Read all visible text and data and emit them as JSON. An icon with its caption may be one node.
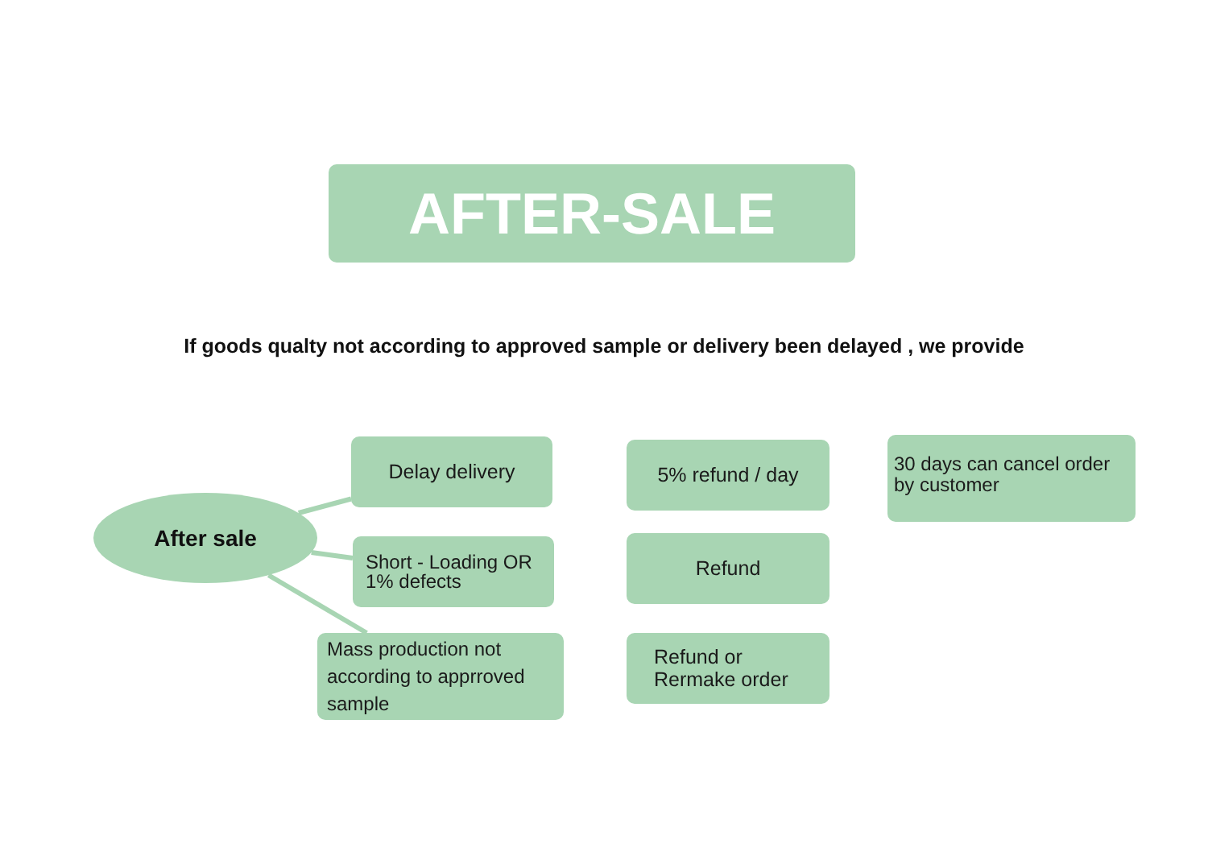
{
  "diagram": {
    "nodes": [
      {
        "text": [
          "AFTER-SALE"
        ]
      },
      {
        "text": [
          "After sale"
        ]
      },
      {
        "text": [
          "Delay delivery"
        ]
      },
      {
        "text": [
          "Short - Loading OR 1% defects"
        ]
      },
      {
        "text": [
          "Mass production not according to apprroved sample"
        ]
      },
      {
        "text": [
          "5% refund / day"
        ]
      },
      {
        "text": [
          "Refund"
        ]
      },
      {
        "text": [
          "Refund or Rermake order"
        ]
      },
      {
        "text": [
          "30 days can cancel order by customer"
        ]
      }
    ],
    "edges": [
      {
        "from": 1,
        "to": 2,
        "arrow": "none"
      },
      {
        "from": 1,
        "to": 3,
        "arrow": "none"
      },
      {
        "from": 1,
        "to": 4,
        "arrow": "none"
      }
    ],
    "labels": [
      "If goods qualty not according to approved sample or delivery been delayed , we provide"
    ]
  }
}
